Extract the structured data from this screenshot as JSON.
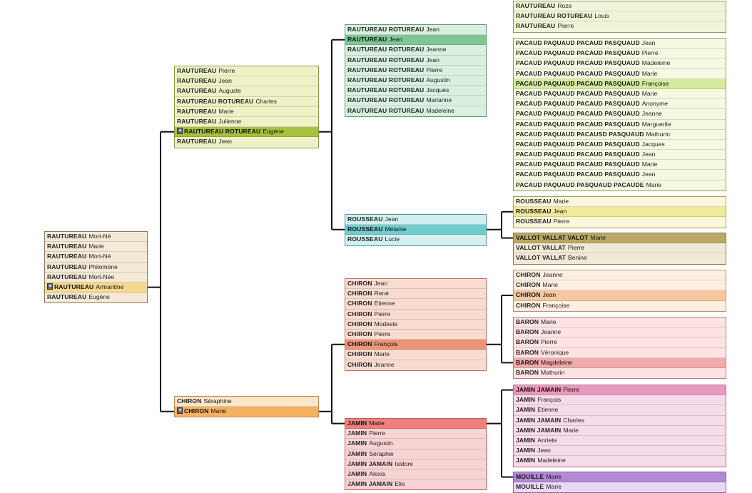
{
  "groups": [
    {
      "id": "g0",
      "box": "#f3e9d6",
      "sel": "#f5d98c",
      "border": "#8a7b60",
      "rows": [
        {
          "surname": "RAUTUREAU",
          "given": "Mort-Né"
        },
        {
          "surname": "RAUTUREAU",
          "given": "Marie"
        },
        {
          "surname": "RAUTUREAU",
          "given": "Mort-Né"
        },
        {
          "surname": "RAUTUREAU",
          "given": "Philomène"
        },
        {
          "surname": "RAUTUREAU",
          "given": "Mort-Née"
        },
        {
          "surname": "RAUTUREAU",
          "given": "Armantine",
          "selected": true,
          "photo": true
        },
        {
          "surname": "RAUTUREAU",
          "given": "Eugène"
        }
      ]
    },
    {
      "id": "g1",
      "box": "#eef2c6",
      "sel": "#a9bf3f",
      "border": "#8a9a40",
      "rows": [
        {
          "surname": "RAUTUREAU",
          "given": "Pierre"
        },
        {
          "surname": "RAUTUREAU",
          "given": "Jean"
        },
        {
          "surname": "RAUTUREAU",
          "given": "Auguste"
        },
        {
          "surname": "RAUTUREAU ROTUREAU",
          "given": "Charles"
        },
        {
          "surname": "RAUTUREAU",
          "given": "Marie"
        },
        {
          "surname": "RAUTUREAU",
          "given": "Julienne"
        },
        {
          "surname": "RAUTUREAU ROTUREAU",
          "given": "Eugène",
          "selected": true,
          "photo": true
        },
        {
          "surname": "RAUTUREAU",
          "given": "Jean"
        }
      ]
    },
    {
      "id": "g2",
      "box": "#fbe6c9",
      "sel": "#f3b161",
      "border": "#c08a50",
      "rows": [
        {
          "surname": "CHIRON",
          "given": "Séraphine"
        },
        {
          "surname": "CHIRON",
          "given": "Marie",
          "selected": true,
          "photo": true
        }
      ]
    },
    {
      "id": "g3",
      "box": "#d9efe0",
      "sel": "#7fc694",
      "border": "#5b9a6d",
      "rows": [
        {
          "surname": "RAUTUREAU ROTUREAU",
          "given": "Jean"
        },
        {
          "surname": "RAUTUREAU",
          "given": "Jean",
          "selected": true
        },
        {
          "surname": "RAUTUREAU ROTUREAU",
          "given": "Jeanne"
        },
        {
          "surname": "RAUTUREAU ROTUREAU",
          "given": "Jean"
        },
        {
          "surname": "RAUTUREAU ROTUREAU",
          "given": "Pierre"
        },
        {
          "surname": "RAUTUREAU ROTUREAU",
          "given": "Augustin"
        },
        {
          "surname": "RAUTUREAU ROTUREAU",
          "given": "Jacques"
        },
        {
          "surname": "RAUTUREAU ROTUREAU",
          "given": "Marianne"
        },
        {
          "surname": "RAUTUREAU ROTUREAU",
          "given": "Madeleine"
        }
      ]
    },
    {
      "id": "g4",
      "box": "#d3efef",
      "sel": "#6ecdcd",
      "border": "#4f9a9a",
      "rows": [
        {
          "surname": "ROUSSEAU",
          "given": "Jean"
        },
        {
          "surname": "ROUSSEAU",
          "given": "Mélanie",
          "selected": true
        },
        {
          "surname": "ROUSSEAU",
          "given": "Lucie"
        }
      ]
    },
    {
      "id": "g5",
      "box": "#f9dcd0",
      "sel": "#ee9479",
      "border": "#b8725c",
      "rows": [
        {
          "surname": "CHIRON",
          "given": "Jean"
        },
        {
          "surname": "CHIRON",
          "given": "René"
        },
        {
          "surname": "CHIRON",
          "given": "Etienne"
        },
        {
          "surname": "CHIRON",
          "given": "Pierre"
        },
        {
          "surname": "CHIRON",
          "given": "Modeste"
        },
        {
          "surname": "CHIRON",
          "given": "Pierre"
        },
        {
          "surname": "CHIRON",
          "given": "François",
          "selected": true
        },
        {
          "surname": "CHIRON",
          "given": "Marie"
        },
        {
          "surname": "CHIRON",
          "given": "Jeanne"
        }
      ]
    },
    {
      "id": "g6",
      "box": "#f8d3d3",
      "sel": "#ef7f7f",
      "border": "#b96060",
      "rows": [
        {
          "surname": "JAMIN",
          "given": "Marie",
          "selected": true
        },
        {
          "surname": "JAMIN",
          "given": "Pierre"
        },
        {
          "surname": "JAMIN",
          "given": "Augustin"
        },
        {
          "surname": "JAMIN",
          "given": "Séraphie"
        },
        {
          "surname": "JAMIN JAMAIN",
          "given": "Isidore"
        },
        {
          "surname": "JAMIN",
          "given": "Alexis"
        },
        {
          "surname": "JAMIN JAMAIN",
          "given": "Elie"
        }
      ]
    },
    {
      "id": "g7",
      "box": "#eef5d8",
      "sel": "#c9dc93",
      "border": "#8aa05a",
      "rows": [
        {
          "surname": "RAUTUREAU",
          "given": "Roze"
        },
        {
          "surname": "RAUTUREAU ROTUREAU",
          "given": "Louis"
        },
        {
          "surname": "RAUTUREAU",
          "given": "Pierre"
        }
      ]
    },
    {
      "id": "g8",
      "box": "#f4f9e2",
      "sel": "#d6eaa0",
      "border": "#8aa05a",
      "rows": [
        {
          "surname": "PACAUD PAQUAUD PACAUD PASQUAUD",
          "given": "Jean"
        },
        {
          "surname": "PACAUD PAQUAUD PACAUD PASQUAUD",
          "given": "Pierre"
        },
        {
          "surname": "PACAUD PAQUAUD PACAUD PASQUAUD",
          "given": "Madeleine"
        },
        {
          "surname": "PACAUD PAQUAUD PACAUD PASQUAUD",
          "given": "Marie"
        },
        {
          "surname": "PACAUD PAQUAUD PACAUD PASQUAUD",
          "given": "Françoise",
          "selected": true
        },
        {
          "surname": "PACAUD PAQUAUD PACAUD PASQUAUD",
          "given": "Marie"
        },
        {
          "surname": "PACAUD PAQUAUD PACAUD PASQUAUD",
          "given": "Anonyme"
        },
        {
          "surname": "PACAUD PAQUAUD PACAUD PASQUAUD",
          "given": "Jeanne"
        },
        {
          "surname": "PACAUD PAQUAUD PACAUD PASQUAUD",
          "given": "Marguerite"
        },
        {
          "surname": "PACAUD PAQUAUD PACAUSD PASQUAUD",
          "given": "Mathurin"
        },
        {
          "surname": "PACAUD PAQUAUD PACAUD PASQUAUD",
          "given": "Jacques"
        },
        {
          "surname": "PACAUD PAQUAUD PACAUD PASQUAUD",
          "given": "Jean"
        },
        {
          "surname": "PACAUD PAQUAUD PACAUD PASQUAUD",
          "given": "Marie"
        },
        {
          "surname": "PACAUD PAQUAUD PACAUD PASQUAUD",
          "given": "Jean"
        },
        {
          "surname": "PACAUD PAQUAUD PASQUAUD PACAUDE",
          "given": "Marie"
        }
      ]
    },
    {
      "id": "g9",
      "box": "#fbf7dc",
      "sel": "#f1ea9a",
      "border": "#a9a060",
      "rows": [
        {
          "surname": "ROUSSEAU",
          "given": "Marie"
        },
        {
          "surname": "ROUSSEAU",
          "given": "Jean",
          "selected": true
        },
        {
          "surname": "ROUSSEAU",
          "given": "Pierre"
        }
      ]
    },
    {
      "id": "g10",
      "box": "#efe9d6",
      "sel": "#bba866",
      "border": "#8a7b50",
      "rows": [
        {
          "surname": "VALLOT VALLAT VALOT",
          "given": "Marie",
          "selected": true
        },
        {
          "surname": "VALLOT VALLAT",
          "given": "Pierre"
        },
        {
          "surname": "VALLOT VALLAT",
          "given": "Benine"
        }
      ]
    },
    {
      "id": "g11",
      "box": "#fdeee2",
      "sel": "#f6c8a0",
      "border": "#c09070",
      "rows": [
        {
          "surname": "CHIRON",
          "given": "Jeanne"
        },
        {
          "surname": "CHIRON",
          "given": "Marie"
        },
        {
          "surname": "CHIRON",
          "given": "Jean",
          "selected": true
        },
        {
          "surname": "CHIRON",
          "given": "Françoise"
        }
      ]
    },
    {
      "id": "g12",
      "box": "#fde3e3",
      "sel": "#f0aaaa",
      "border": "#c08080",
      "rows": [
        {
          "surname": "BARON",
          "given": "Marie"
        },
        {
          "surname": "BARON",
          "given": "Jeanne"
        },
        {
          "surname": "BARON",
          "given": "Pierre"
        },
        {
          "surname": "BARON",
          "given": "Véronique"
        },
        {
          "surname": "BARON",
          "given": "Magdeleine",
          "selected": true
        },
        {
          "surname": "BARON",
          "given": "Mathurin"
        }
      ]
    },
    {
      "id": "g13",
      "box": "#f6dbe8",
      "sel": "#e89abd",
      "border": "#b07090",
      "rows": [
        {
          "surname": "JAMIN JAMAIN",
          "given": "Pierre",
          "selected": true
        },
        {
          "surname": "JAMIN",
          "given": "François"
        },
        {
          "surname": "JAMIN",
          "given": "Etienne"
        },
        {
          "surname": "JAMIN JAMAIN",
          "given": "Charles"
        },
        {
          "surname": "JAMIN JAMAIN",
          "given": "Marie"
        },
        {
          "surname": "JAMIN",
          "given": "Anriete"
        },
        {
          "surname": "JAMIN",
          "given": "Jean"
        },
        {
          "surname": "JAMIN",
          "given": "Madeleine"
        }
      ]
    },
    {
      "id": "g14",
      "box": "#ead9f3",
      "sel": "#b489d4",
      "border": "#8a68a8",
      "rows": [
        {
          "surname": "MOUILLE",
          "given": "Marie",
          "selected": true
        },
        {
          "surname": "MOUILLE",
          "given": "Marie"
        }
      ]
    }
  ]
}
